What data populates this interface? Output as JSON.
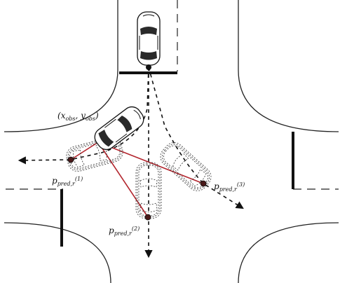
{
  "observed_label": "(x_obs, y_obs)",
  "observed_parts": {
    "x": "x",
    "x_sub": "obs",
    "comma": ", ",
    "y": "y",
    "y_sub": "obs",
    "open": "(",
    "close": ")"
  },
  "predictions": [
    {
      "id": "1",
      "label_main": "p",
      "label_sub": "pred,r",
      "label_sup": "(1)"
    },
    {
      "id": "2",
      "label_main": "p",
      "label_sub": "pred,r",
      "label_sup": "(2)"
    },
    {
      "id": "3",
      "label_main": "p",
      "label_sub": "pred,r",
      "label_sup": "(3)"
    }
  ],
  "colors": {
    "prediction_link": "#b3262e",
    "road": "#222222",
    "car_glass": "#2a2a2a"
  }
}
